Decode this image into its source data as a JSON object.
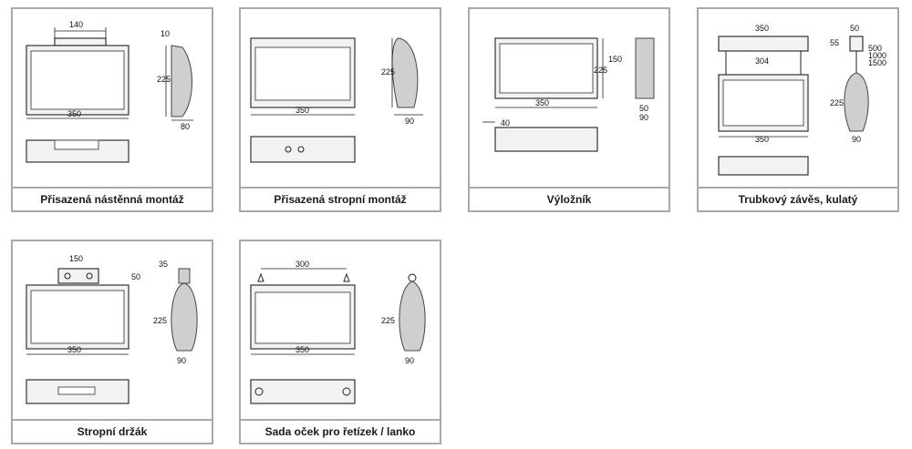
{
  "panels": [
    {
      "caption": "Přisazená nástěnná montáž",
      "dims": {
        "top_width": "140",
        "depth_top": "10",
        "width": "350",
        "height": "225",
        "depth": "80"
      }
    },
    {
      "caption": "Přisazená stropní montáž",
      "dims": {
        "width": "350",
        "height": "225",
        "depth": "90"
      }
    },
    {
      "caption": "Výložník",
      "dims": {
        "arm": "40",
        "width": "350",
        "height": "225",
        "bracket": "150",
        "depth1": "50",
        "depth2": "90"
      }
    },
    {
      "caption": "Trubkový závěs, kulatý",
      "dims": {
        "top_width": "350",
        "inner_width": "304",
        "width": "350",
        "tube_w": "50",
        "tube_h": "55",
        "lengths": [
          "500",
          "1000",
          "1500"
        ],
        "height": "225",
        "depth": "90"
      }
    },
    {
      "caption": "Stropní držák",
      "dims": {
        "bracket_w": "150",
        "bracket_h": "50",
        "width": "350",
        "height": "225",
        "top": "35",
        "depth": "90"
      }
    },
    {
      "caption": "Sada oček pro řetízek / lanko",
      "dims": {
        "eye_dist": "300",
        "width": "350",
        "height": "225",
        "depth": "90"
      }
    }
  ],
  "colors": {
    "border": "#a9a9a9",
    "frame": "#333333",
    "fill": "#f2f2f2",
    "shade": "#cfcfcf"
  }
}
